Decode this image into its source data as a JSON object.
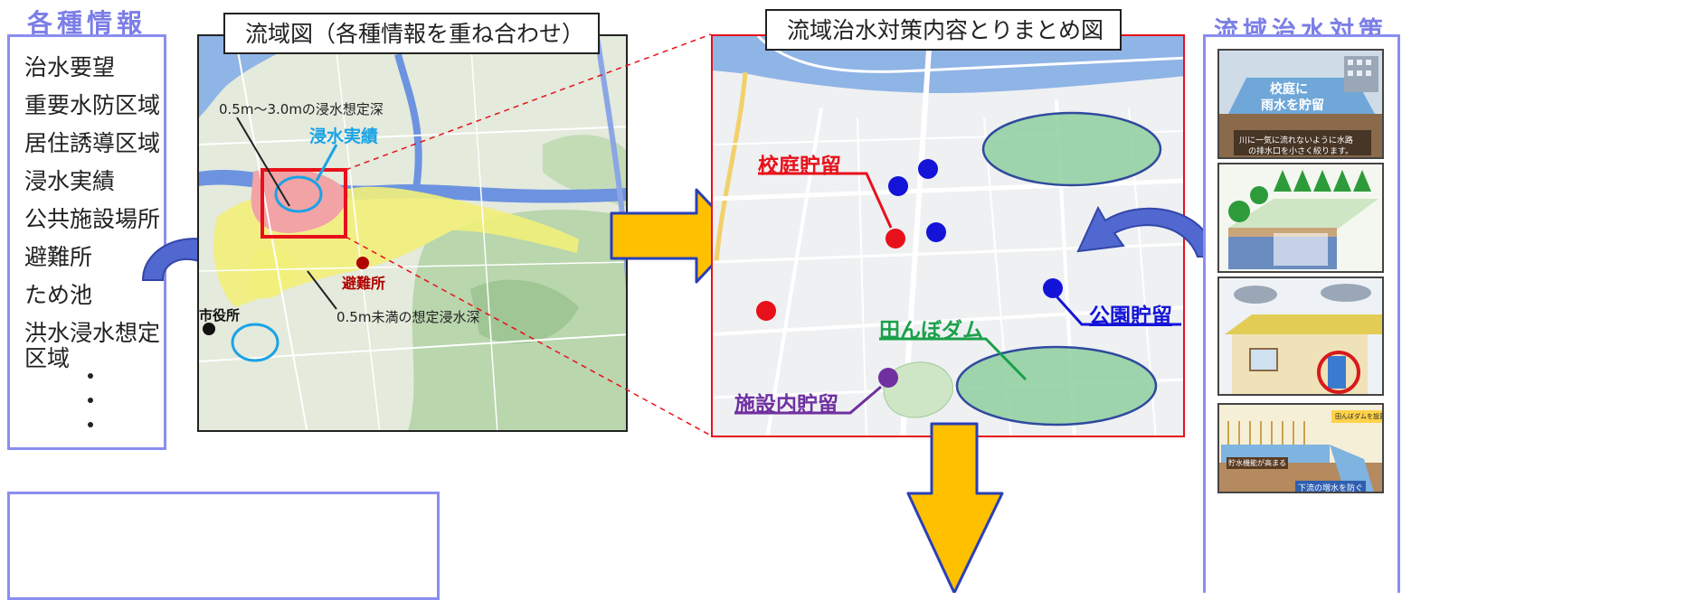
{
  "info_panel": {
    "title": "各種情報",
    "items": [
      "治水要望",
      "重要水防区域",
      "居住誘導区域",
      "浸水実績",
      "公共施設場所",
      "避難所",
      "ため池",
      "洪水浸水想定",
      "区域"
    ]
  },
  "watershed_map": {
    "caption": "流域図（各種情報を重ね合わせ）",
    "labels": {
      "inundation_depth_high": "0.5m～3.0mの浸水想定深",
      "past_flooding": "浸水実績",
      "shelter": "避難所",
      "city_hall": "市役所",
      "inundation_depth_low": "0.5m未満の想定浸水深"
    }
  },
  "summary_map": {
    "caption": "流域治水対策内容とりまとめ図",
    "labels": {
      "school_storage": "校庭貯留",
      "park_storage": "公園貯留",
      "paddy_dam": "田んぼダム",
      "facility_storage": "施設内貯留"
    }
  },
  "measures_panel": {
    "title": "流域治水対策",
    "images": [
      {
        "line1": "校庭に",
        "line2": "雨水を貯留",
        "note1": "川に一気に流れないように水路",
        "note2": "の排水口を小さく絞ります。"
      },
      {
        "line1": "",
        "line2": ""
      },
      {
        "line1": "",
        "line2": ""
      },
      {
        "tag": "田んぼダムを設置",
        "note1": "貯水機能が高まる",
        "note2": "下流の増水を防ぐ"
      }
    ]
  },
  "colors": {
    "accent_purple": "#7b7ee6",
    "arrow_yellow": "#ffc000",
    "arrow_blue": "#4a62c8",
    "school_red": "#e8101a",
    "park_blue": "#1414d8",
    "paddy_green": "#1aa04a",
    "facility_purple": "#7030a0"
  }
}
